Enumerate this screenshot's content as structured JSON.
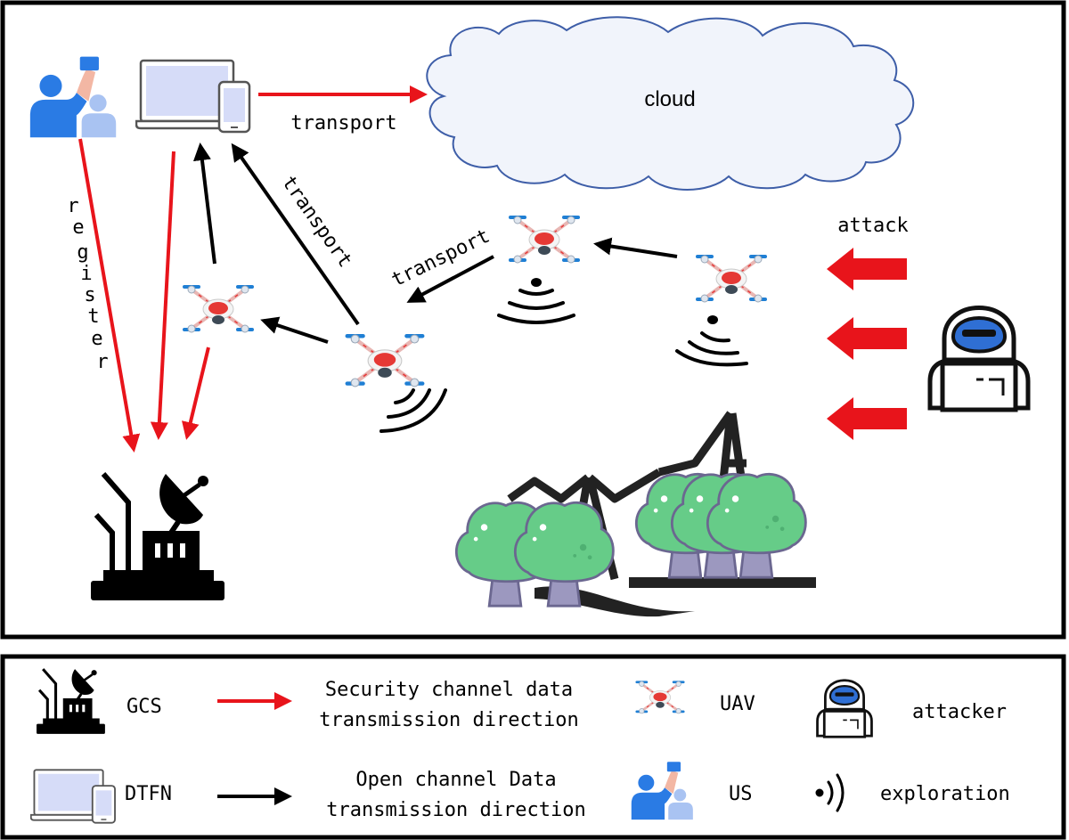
{
  "diagram": {
    "labels": {
      "cloud": "cloud",
      "transport_top": "transport",
      "transport_diag": "transport",
      "transport_mid": "transport",
      "attack": "attack",
      "register_letters": [
        "r",
        "e",
        "g",
        "i",
        "s",
        "t",
        "e",
        "r"
      ]
    }
  },
  "legend": {
    "gcs": "GCS",
    "dtfn": "DTFN",
    "security_line1": "Security channel data",
    "security_line2": "transmission direction",
    "open_line1": "Open channel Data",
    "open_line2": "transmission direction",
    "uav": "UAV",
    "us": "US",
    "attacker": "attacker",
    "exploration": "exploration"
  },
  "colors": {
    "secure_arrow": "#e8141b",
    "open_arrow": "#000000",
    "user_blue": "#2a7be4",
    "user_light": "#a9c3f2",
    "cloud_fill": "#f1f4fb",
    "cloud_stroke": "#3e5ea8",
    "tree_green": "#66cc88",
    "trunk_purple": "#9c98bf",
    "screen": "#d6dcf8"
  }
}
